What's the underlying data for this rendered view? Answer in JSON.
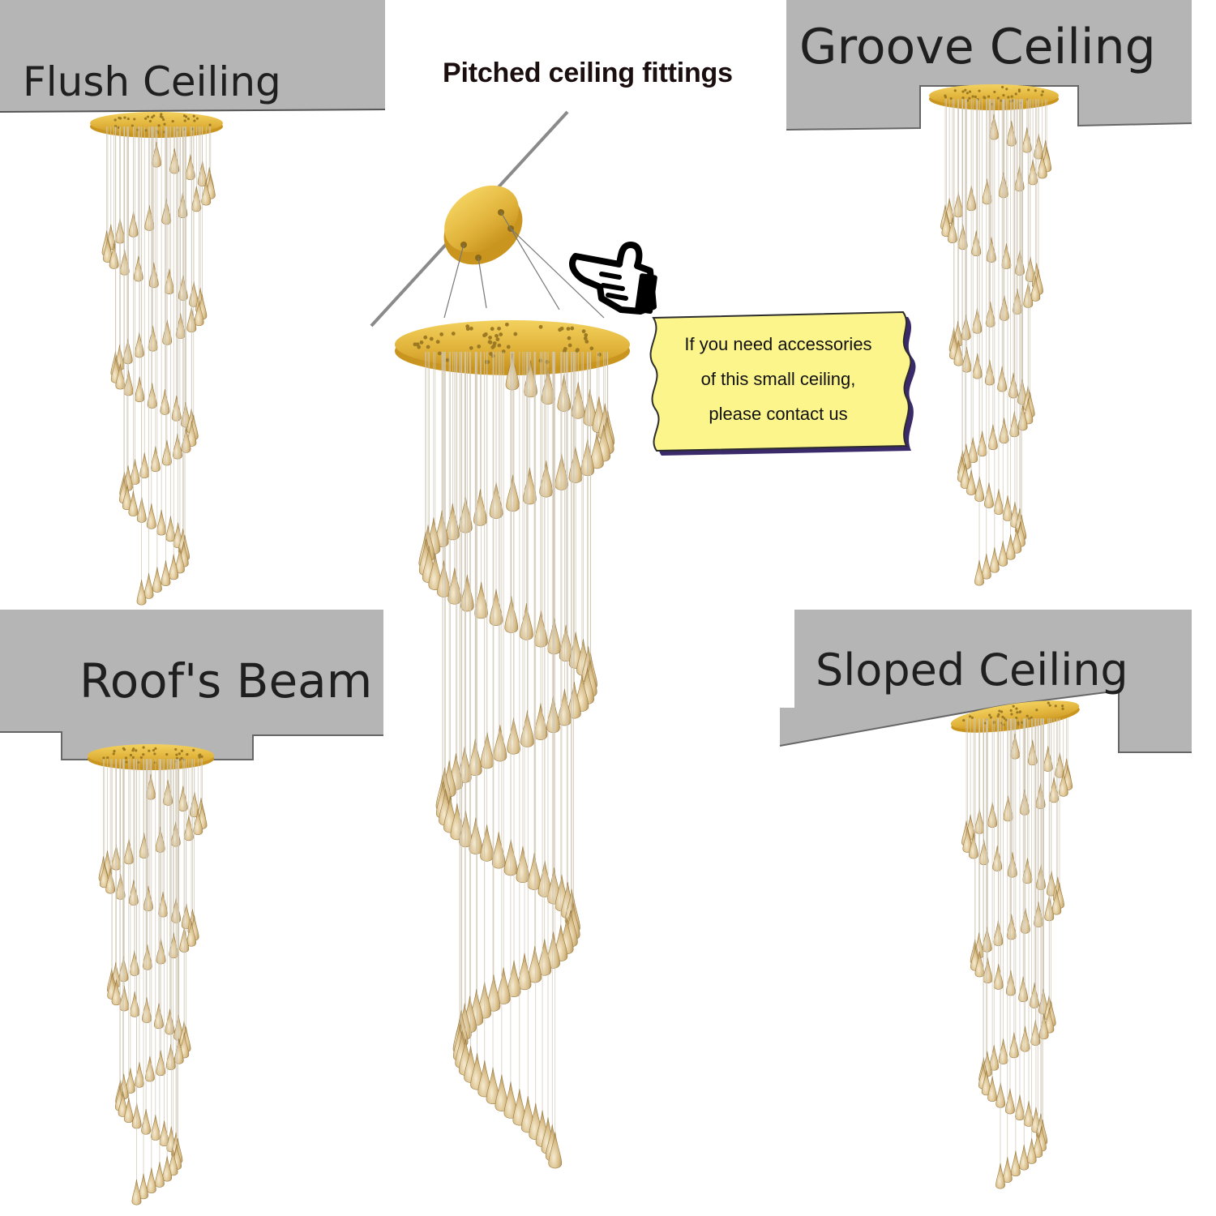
{
  "labels": {
    "flush": "Flush Ceiling",
    "groove": "Groove Ceiling",
    "beam": "Roof's Beam",
    "sloped": "Sloped Ceiling",
    "pitched": "Pitched ceiling fittings"
  },
  "note": {
    "line1": "If you need accessories",
    "line2": "of this small ceiling,",
    "line3": "please contact us"
  },
  "colors": {
    "ceiling": "#b5b5b5",
    "gold": "#e1b43a",
    "crystal": "#d9c08c",
    "note_fill": "#fbf58c"
  },
  "icons": [
    "pointing-hand-icon"
  ]
}
